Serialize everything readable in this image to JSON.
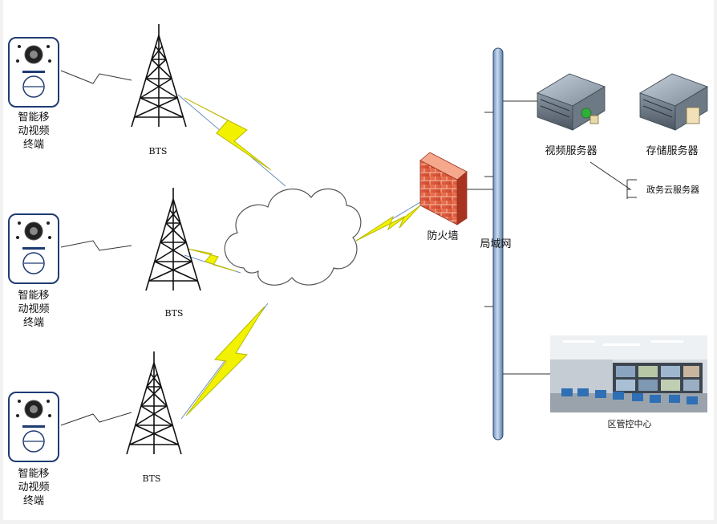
{
  "terminals": [
    {
      "line1": "智能移",
      "line2": "动视频",
      "line3": "终端"
    },
    {
      "line1": "智能移",
      "line2": "动视频",
      "line3": "终端"
    },
    {
      "line1": "智能移",
      "line2": "动视频",
      "line3": "终端"
    }
  ],
  "towers": [
    {
      "label": "BTS"
    },
    {
      "label": "BTS"
    },
    {
      "label": "BTS"
    }
  ],
  "firewall": {
    "label": "防火墙"
  },
  "lan": {
    "label": "局域网"
  },
  "servers": {
    "video": {
      "label": "视频服务器"
    },
    "storage": {
      "label": "存储服务器"
    },
    "gov_cloud": {
      "label": "政务云服务器"
    }
  },
  "control_center": {
    "label": "区管控中心"
  },
  "colors": {
    "bolt_fill": "#f2f200",
    "bolt_stroke": "#b8b800",
    "bus_fill": "#a9c3e0",
    "bus_stroke": "#2d4a72",
    "terminal_stroke": "#1f3b73",
    "firewall_brick": "#e2573a"
  }
}
